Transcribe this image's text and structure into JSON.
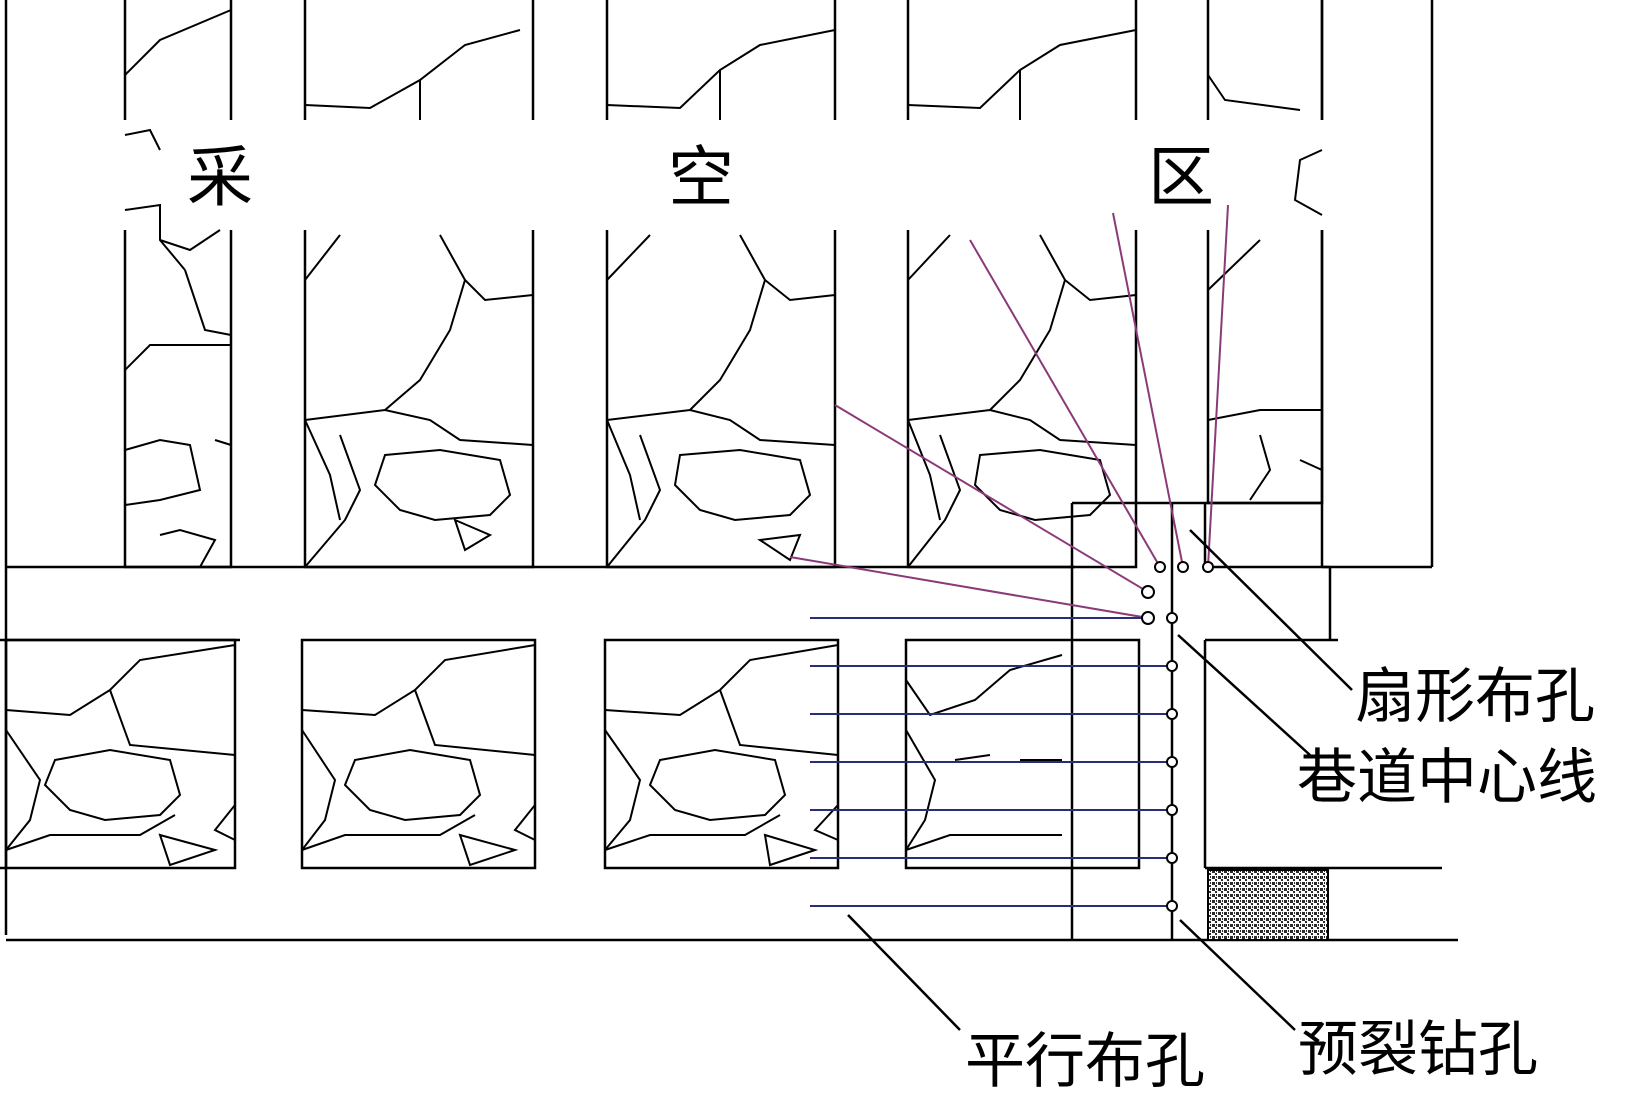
{
  "region_labels": {
    "char_1": "采",
    "char_2": "空",
    "char_3": "区"
  },
  "callouts": {
    "fan_holes": "扇形布孔",
    "roadway_centerline": "巷道中心线",
    "parallel_holes": "平行布孔",
    "presplit_holes": "预裂钻孔"
  },
  "colors": {
    "outline": "#000000",
    "fan_line": "#8a3a78",
    "parallel_line": "#2a2d78",
    "fill_rubble": "#2b2b2b"
  }
}
